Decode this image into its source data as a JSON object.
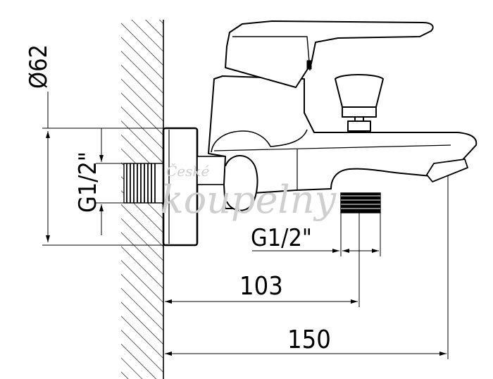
{
  "dimensions": {
    "diameter_label": "Ø62",
    "inlet_thread_label": "G1/2\"",
    "outlet_thread_label": "G1/2\"",
    "depth_to_outlet_label": "103",
    "total_depth_label": "150"
  },
  "watermark": {
    "line1": "České",
    "line2": "koupelny"
  },
  "colors": {
    "line": "#000000",
    "background": "#ffffff",
    "watermark": "#cfcfcf"
  }
}
